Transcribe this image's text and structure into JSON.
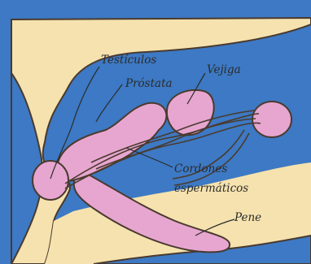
{
  "labels": {
    "testicles": "Testículos",
    "prostate": "Próstata",
    "bladder": "Vejiga",
    "cords_line1": "Cordones",
    "cords_line2": "espermáticos",
    "penis": "Pene"
  },
  "colors": {
    "background_blue": "#3d79c4",
    "body_cream": "#f5e2ae",
    "organ_pink": "#e7a6d0",
    "outline": "#4a3a2e"
  }
}
